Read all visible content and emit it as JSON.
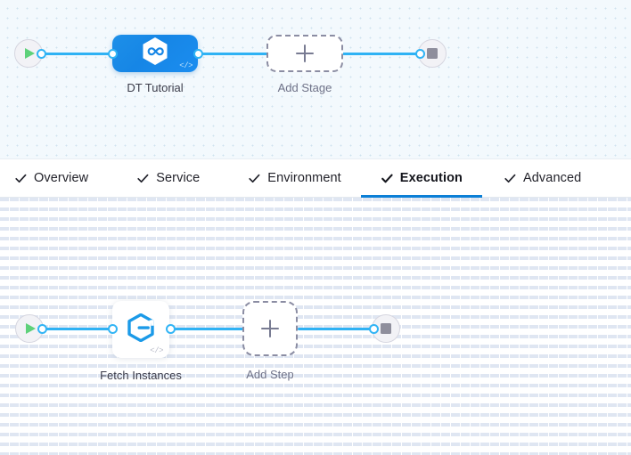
{
  "colors": {
    "accent_blue": "#0b7fd6",
    "edge_blue": "#2fb2f4",
    "stage_node_blue": "#1686e6",
    "play_green": "#5ed17a",
    "stop_gray": "#8e8e9c",
    "dashed_gray": "#8b8da3",
    "canvas_top_bg": "#f3f9fd",
    "canvas_bottom_bg": "#ffffff",
    "caption_dark": "#3a3b49",
    "caption_muted": "#6f7288"
  },
  "stage_canvas": {
    "name": "pipeline-stage-canvas",
    "start_node": {
      "icon": "play-icon",
      "label": "Start"
    },
    "end_node": {
      "icon": "stop-icon",
      "label": "Stop"
    },
    "stage_node": {
      "label": "DT Tutorial",
      "icon": "harness-infinity-hexagon-icon",
      "badge": "</>"
    },
    "add_stage": {
      "label": "Add Stage",
      "icon": "plus-icon"
    }
  },
  "tabs": {
    "name": "stage-setup-tabs",
    "items": [
      {
        "label": "Overview",
        "icon": "check-icon",
        "active": false
      },
      {
        "label": "Service",
        "icon": "check-icon",
        "active": false
      },
      {
        "label": "Environment",
        "icon": "check-icon",
        "active": false
      },
      {
        "label": "Execution",
        "icon": "check-icon",
        "active": true
      },
      {
        "label": "Advanced",
        "icon": "check-icon",
        "active": false
      }
    ]
  },
  "execution_canvas": {
    "name": "execution-steps-canvas",
    "start_node": {
      "icon": "play-icon",
      "label": "Start"
    },
    "end_node": {
      "icon": "stop-icon",
      "label": "Stop"
    },
    "step_node": {
      "label": "Fetch Instances",
      "icon": "elastigroup-e-hexagon-icon",
      "badge": "</>"
    },
    "add_step": {
      "label": "Add Step",
      "icon": "plus-icon"
    }
  }
}
